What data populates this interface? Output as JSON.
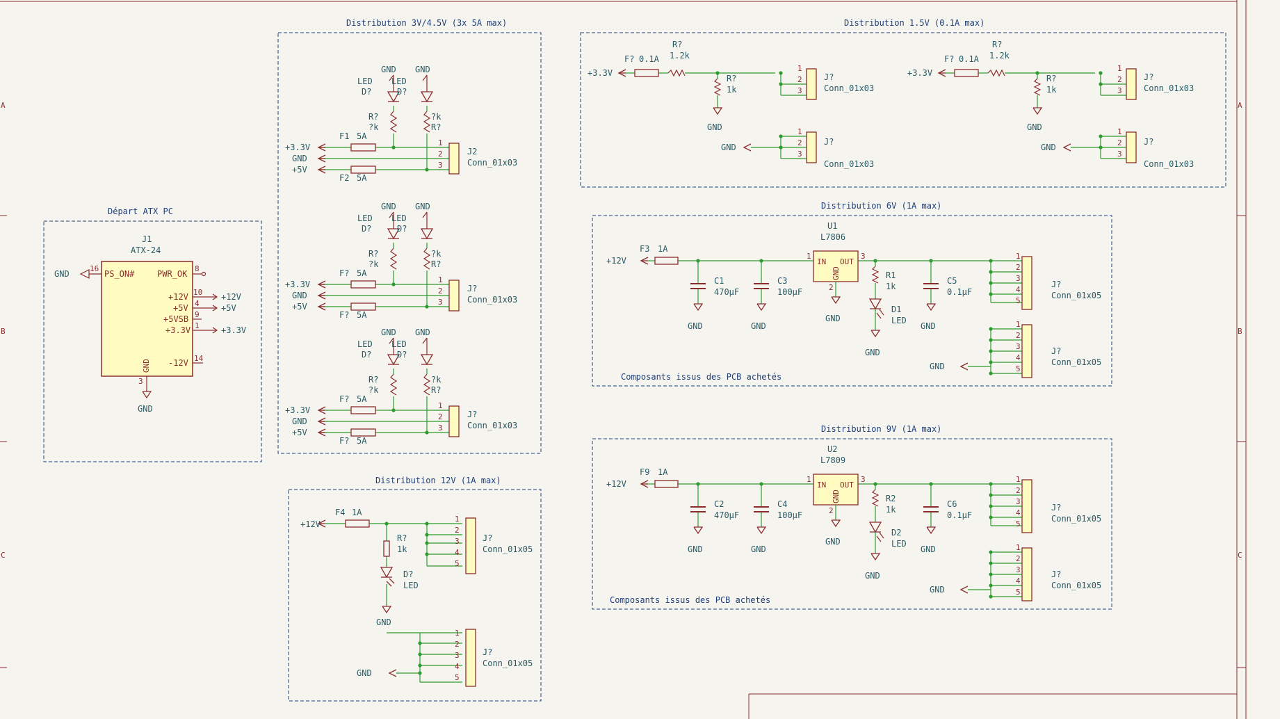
{
  "colors": {
    "background": "#f5f4ef",
    "wire": "#2d9b2d",
    "symbol": "#8b2c2c",
    "symbol_fill": "#fffbc1",
    "text": "#2a5a64",
    "frame": "#1f3f7a",
    "border": "#8b2c2c"
  },
  "border_letters": [
    "A",
    "B",
    "C"
  ],
  "blocks": {
    "atx": {
      "title": "Départ ATX PC",
      "ref": "J1",
      "value": "ATX-24",
      "pins": {
        "ps_on": "PS_ON#",
        "ps_on_num": "16",
        "pwr_ok": "PWR_OK",
        "pwr_ok_num": "8",
        "p12": "+12V",
        "p12_num": "10",
        "p5": "+5V",
        "p5_num": "4",
        "p5sb": "+5VSB",
        "p5sb_num": "9",
        "p33": "+3.3V",
        "p33_num": "1",
        "gnd": "GND",
        "gnd_num": "3",
        "m12": "-12V",
        "m12_num": "14"
      },
      "net_gnd_left": "GND",
      "net_12": "+12V",
      "net_5": "+5V",
      "net_33": "+3.3V",
      "net_gnd_bottom": "GND"
    },
    "d33": {
      "title": "Distribution 3V/4.5V (3x 5A max)",
      "rows": [
        {
          "f1": "F1",
          "f1v": "5A",
          "f2": "F2",
          "f2v": "5A",
          "j": "J2",
          "jv": "Conn_01x03"
        },
        {
          "f1": "F?",
          "f1v": "5A",
          "f2": "F?",
          "f2v": "5A",
          "j": "J?",
          "jv": "Conn_01x03"
        },
        {
          "f1": "F?",
          "f1v": "5A",
          "f2": "F?",
          "f2v": "5A",
          "j": "J?",
          "jv": "Conn_01x03"
        }
      ],
      "led": "LED",
      "d": "D?",
      "r": "R?",
      "rk": "?k",
      "gnd": "GND",
      "n33": "+3.3V",
      "n5": "+5V",
      "p1": "1",
      "p2": "2",
      "p3": "3"
    },
    "d12": {
      "title": "Distribution 12V (1A max)",
      "f": "F4",
      "fv": "1A",
      "n12": "+12V",
      "r": "R?",
      "rv": "1k",
      "d": "D?",
      "dv": "LED",
      "gnd": "GND",
      "j": "J?",
      "jv": "Conn_01x05",
      "pins": [
        "1",
        "2",
        "3",
        "4",
        "5"
      ]
    },
    "d15": {
      "title": "Distribution 1.5V (0.1A max)",
      "n33": "+3.3V",
      "f": "F?",
      "fv": "0.1A",
      "r1": "R?",
      "r1v": "1.2k",
      "r2": "R?",
      "r2v": "1k",
      "gnd": "GND",
      "j": "J?",
      "jv": "Conn_01x03",
      "pins": [
        "1",
        "2",
        "3"
      ]
    },
    "d6": {
      "title": "Distribution 6V (1A max)",
      "note": "Composants issus des PCB achetés",
      "n12": "+12V",
      "f": "F3",
      "fv": "1A",
      "c1": "C1",
      "c1v": "470µF",
      "c2": "C3",
      "c2v": "100µF",
      "u": "U1",
      "uv": "L7806",
      "uin": "IN",
      "uout": "OUT",
      "ugnd": "GND",
      "p_in": "1",
      "p_out": "3",
      "p_gnd": "2",
      "r": "R1",
      "rv": "1k",
      "d": "D1",
      "dv": "LED",
      "c3": "C5",
      "c3v": "0.1µF",
      "gnd": "GND",
      "j": "J?",
      "jv": "Conn_01x05"
    },
    "d9": {
      "title": "Distribution 9V (1A max)",
      "note": "Composants issus des PCB achetés",
      "n12": "+12V",
      "f": "F9",
      "fv": "1A",
      "c1": "C2",
      "c1v": "470µF",
      "c2": "C4",
      "c2v": "100µF",
      "u": "U2",
      "uv": "L7809",
      "uin": "IN",
      "uout": "OUT",
      "ugnd": "GND",
      "p_in": "1",
      "p_out": "3",
      "p_gnd": "2",
      "r": "R2",
      "rv": "1k",
      "d": "D2",
      "dv": "LED",
      "c3": "C6",
      "c3v": "0.1µF",
      "gnd": "GND",
      "j": "J?",
      "jv": "Conn_01x05"
    }
  }
}
